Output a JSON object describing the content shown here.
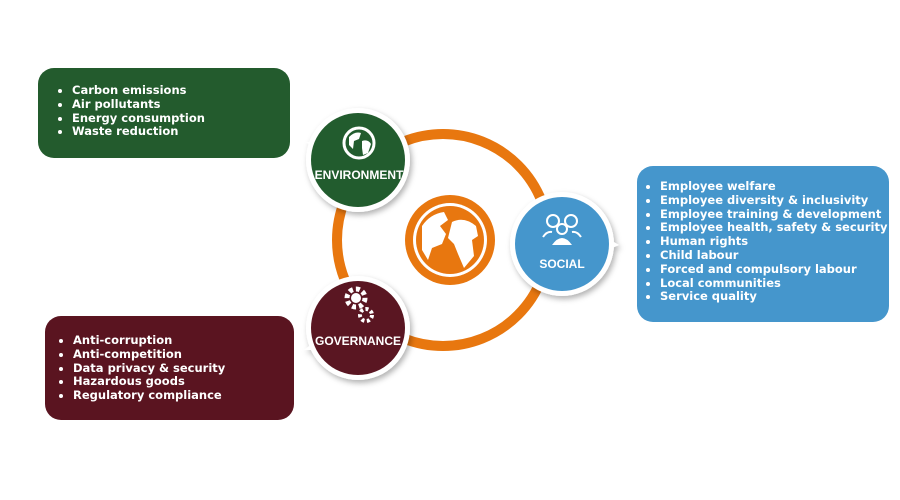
{
  "pillars": {
    "environment": {
      "label": "ENVIRONMENT",
      "color": "#235b2d",
      "items": [
        "Carbon emissions",
        "Air pollutants",
        "Energy consumption",
        "Waste reduction"
      ]
    },
    "social": {
      "label": "SOCIAL",
      "color": "#4596cc",
      "items": [
        "Employee welfare",
        "Employee diversity & inclusivity",
        "Employee training & development",
        "Employee health, safety & security",
        "Human rights",
        "Child labour",
        "Forced and compulsory labour",
        "Local communities",
        "Service quality"
      ]
    },
    "governance": {
      "label": "GOVERNANCE",
      "color": "#5a1420",
      "items": [
        "Anti-corruption",
        "Anti-competition",
        "Data privacy & security",
        "Hazardous goods",
        "Regulatory compliance"
      ]
    }
  },
  "accent": "#e8770f"
}
